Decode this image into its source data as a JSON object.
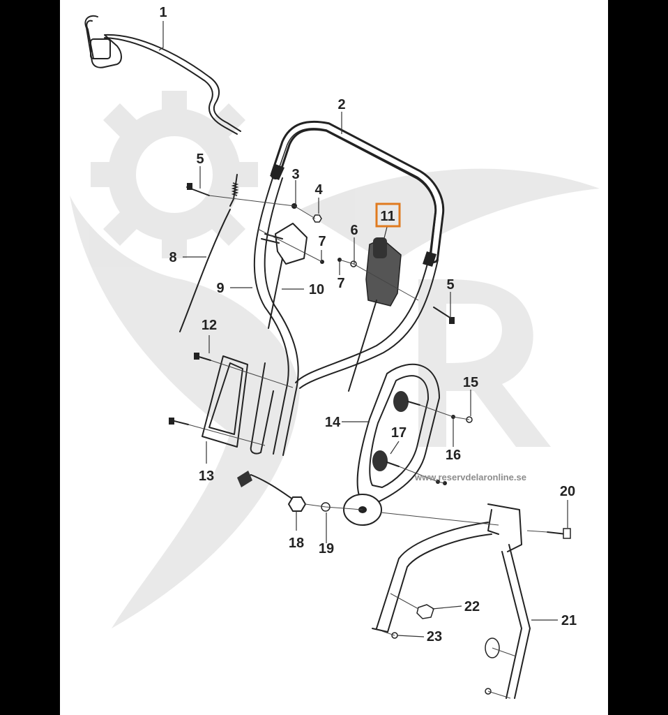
{
  "watermark": {
    "url": "www.reservdelaronline.se"
  },
  "highlight_color": "#e07a1f",
  "callouts": [
    {
      "id": "1",
      "label": "1"
    },
    {
      "id": "2",
      "label": "2"
    },
    {
      "id": "3",
      "label": "3"
    },
    {
      "id": "4",
      "label": "4"
    },
    {
      "id": "5a",
      "label": "5"
    },
    {
      "id": "5b",
      "label": "5"
    },
    {
      "id": "6",
      "label": "6"
    },
    {
      "id": "7a",
      "label": "7"
    },
    {
      "id": "7b",
      "label": "7"
    },
    {
      "id": "8",
      "label": "8"
    },
    {
      "id": "9",
      "label": "9"
    },
    {
      "id": "10",
      "label": "10"
    },
    {
      "id": "11",
      "label": "11",
      "highlighted": true
    },
    {
      "id": "12",
      "label": "12"
    },
    {
      "id": "13",
      "label": "13"
    },
    {
      "id": "14",
      "label": "14"
    },
    {
      "id": "15",
      "label": "15"
    },
    {
      "id": "16",
      "label": "16"
    },
    {
      "id": "17",
      "label": "17"
    },
    {
      "id": "18",
      "label": "18"
    },
    {
      "id": "19",
      "label": "19"
    },
    {
      "id": "20",
      "label": "20"
    },
    {
      "id": "21",
      "label": "21"
    },
    {
      "id": "22",
      "label": "22"
    },
    {
      "id": "23",
      "label": "23"
    }
  ]
}
